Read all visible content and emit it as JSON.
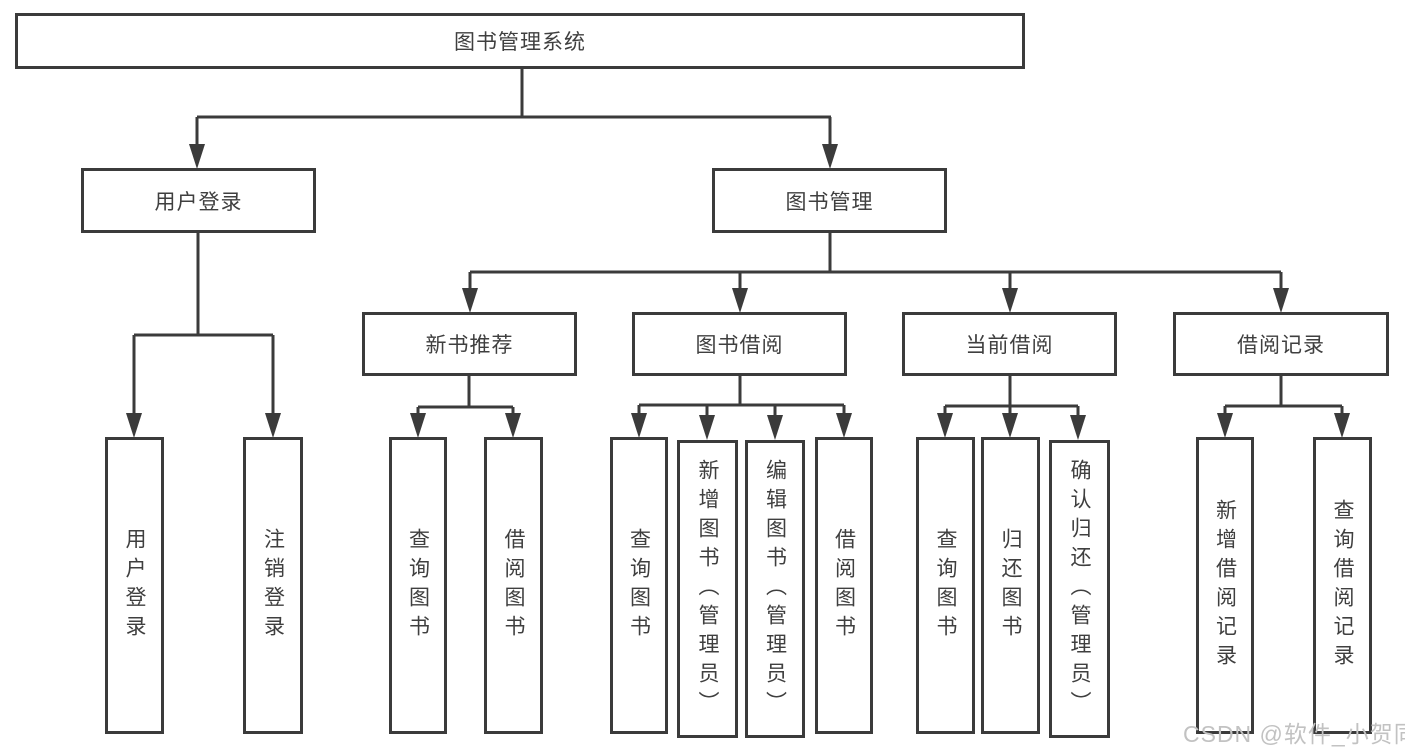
{
  "tree": {
    "root": "图书管理系统",
    "branches": [
      {
        "label": "用户登录",
        "children": [
          "用户登录",
          "注销登录"
        ]
      },
      {
        "label": "图书管理",
        "groups": [
          {
            "label": "新书推荐",
            "children": [
              "查询图书",
              "借阅图书"
            ]
          },
          {
            "label": "图书借阅",
            "children": [
              "查询图书",
              "新增图书（管理员）",
              "编辑图书（管理员）",
              "借阅图书"
            ]
          },
          {
            "label": "当前借阅",
            "children": [
              "查询图书",
              "归还图书",
              "确认归还（管理员）"
            ]
          },
          {
            "label": "借阅记录",
            "children": [
              "新增借阅记录",
              "查询借阅记录"
            ]
          }
        ]
      }
    ]
  },
  "watermark": "CSDN @软件_小贺同学",
  "colors": {
    "line": "#3b3b3b",
    "text": "#3f3f3f",
    "watermark": "#c2c2c2",
    "background": "#ffffff"
  }
}
